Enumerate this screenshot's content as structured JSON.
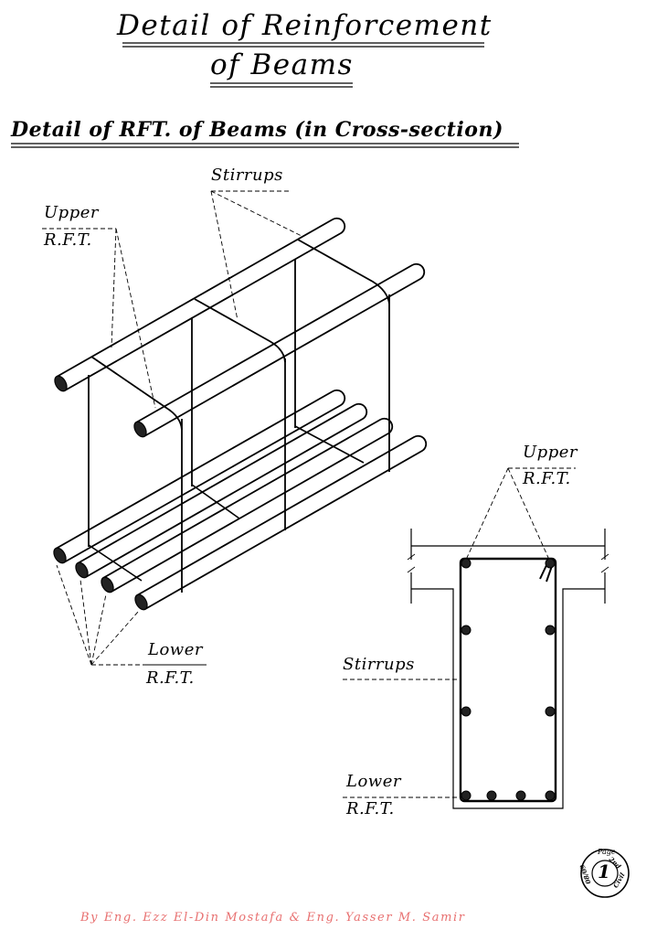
{
  "title": {
    "line1": "Detail of Reinforcement",
    "line2": "of Beams"
  },
  "section_title": "Detail of RFT. of Beams (in Cross-section)",
  "isometric": {
    "stirrups": "Stirrups",
    "upper_rft": [
      "Upper",
      "R.F.T."
    ],
    "lower_rft": [
      "Lower",
      "R.F.T."
    ]
  },
  "cross_section": {
    "upper_rft": [
      "Upper",
      "R.F.T."
    ],
    "stirrups": "Stirrups",
    "lower_rft": [
      "Lower",
      "R.F.T."
    ]
  },
  "badge": {
    "page_label": "Page",
    "page_number": "1",
    "ring_text": [
      "Civil",
      "2nd",
      "08/09"
    ]
  },
  "footer": "By Eng. Ezz El-Din Mostafa & Eng. Yasser M. Samir",
  "colors": {
    "ink": "#000000",
    "footer": "#e87070"
  }
}
